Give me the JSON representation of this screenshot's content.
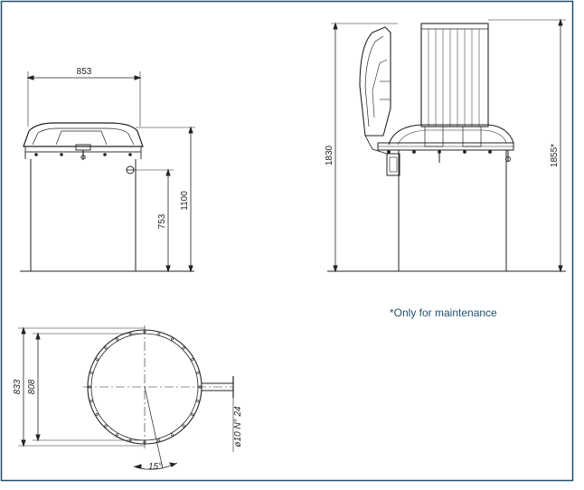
{
  "colors": {
    "frame": "#1f4e6e",
    "line": "#222222",
    "thin": "#444444",
    "note": "#1f4e6e"
  },
  "front_view": {
    "width_label": "853",
    "height_outlet_label": "753",
    "height_total_label": "1100"
  },
  "side_view": {
    "height_label": "1830",
    "height_maintenance_label": "1855*"
  },
  "note": "*Only for maintenance",
  "top_view": {
    "outer_diameter_label": "833",
    "inner_diameter_label": "808",
    "holes_label": "ø10 N° 24",
    "angle_label": "15°"
  }
}
